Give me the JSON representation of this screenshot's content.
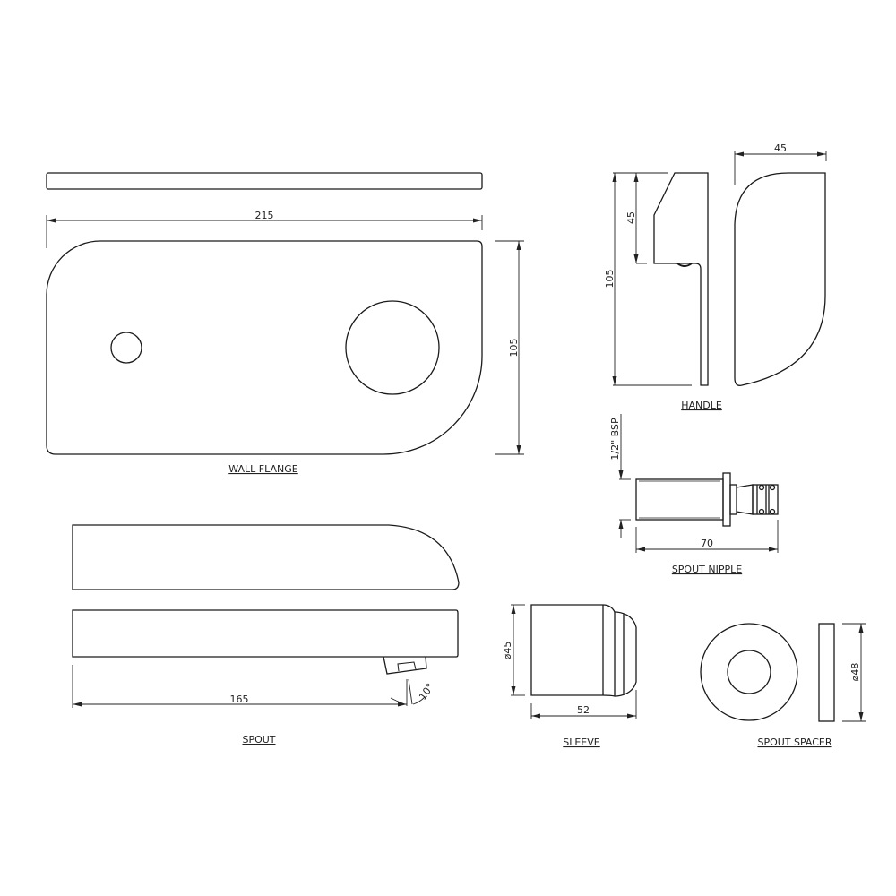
{
  "drawing": {
    "line_color": "#1a1a1a",
    "background": "#ffffff"
  },
  "wall_flange": {
    "label": "WALL FLANGE",
    "width_dim": "215",
    "height_dim": "105"
  },
  "handle": {
    "label": "HANDLE",
    "height_dim": "105",
    "lever_dim": "45",
    "depth_dim": "45"
  },
  "spout_nipple": {
    "label": "SPOUT NIPPLE",
    "thread_dim": "1/2\" BSP",
    "length_dim": "70"
  },
  "spout": {
    "label": "SPOUT",
    "length_dim": "165",
    "angle_dim": "10°"
  },
  "sleeve": {
    "label": "SLEEVE",
    "diameter_dim": "ø45",
    "length_dim": "52"
  },
  "spout_spacer": {
    "label": "SPOUT SPACER",
    "diameter_dim": "ø48"
  }
}
